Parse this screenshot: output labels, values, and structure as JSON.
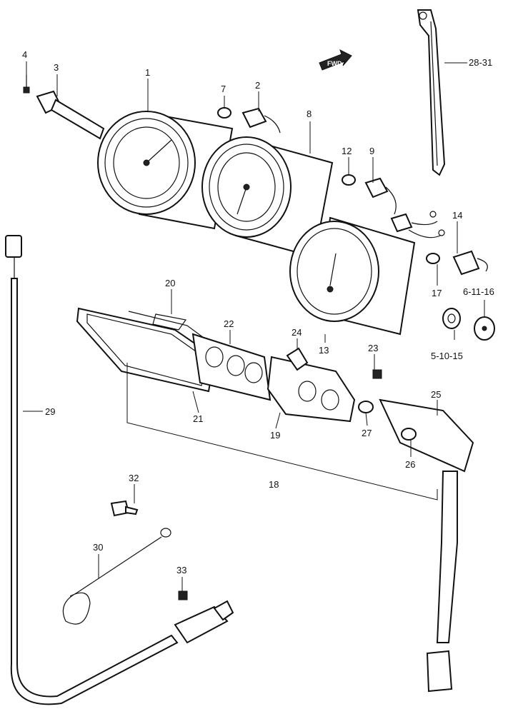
{
  "diagram": {
    "direction_marker": "FWD",
    "callouts": [
      {
        "id": "c1",
        "text": "1"
      },
      {
        "id": "c2",
        "text": "2"
      },
      {
        "id": "c3",
        "text": "3"
      },
      {
        "id": "c4",
        "text": "4"
      },
      {
        "id": "c5_10_15",
        "text": "5-10-15"
      },
      {
        "id": "c6_11_16",
        "text": "6-11-16"
      },
      {
        "id": "c7",
        "text": "7"
      },
      {
        "id": "c8",
        "text": "8"
      },
      {
        "id": "c9",
        "text": "9"
      },
      {
        "id": "c12",
        "text": "12"
      },
      {
        "id": "c13",
        "text": "13"
      },
      {
        "id": "c14",
        "text": "14"
      },
      {
        "id": "c17",
        "text": "17"
      },
      {
        "id": "c18",
        "text": "18"
      },
      {
        "id": "c19",
        "text": "19"
      },
      {
        "id": "c20",
        "text": "20"
      },
      {
        "id": "c21",
        "text": "21"
      },
      {
        "id": "c22",
        "text": "22"
      },
      {
        "id": "c23",
        "text": "23"
      },
      {
        "id": "c24",
        "text": "24"
      },
      {
        "id": "c25",
        "text": "25"
      },
      {
        "id": "c26",
        "text": "26"
      },
      {
        "id": "c27",
        "text": "27"
      },
      {
        "id": "c28_31",
        "text": "28-31"
      },
      {
        "id": "c29",
        "text": "29"
      },
      {
        "id": "c30",
        "text": "30"
      },
      {
        "id": "c32",
        "text": "32"
      },
      {
        "id": "c33",
        "text": "33"
      }
    ]
  }
}
